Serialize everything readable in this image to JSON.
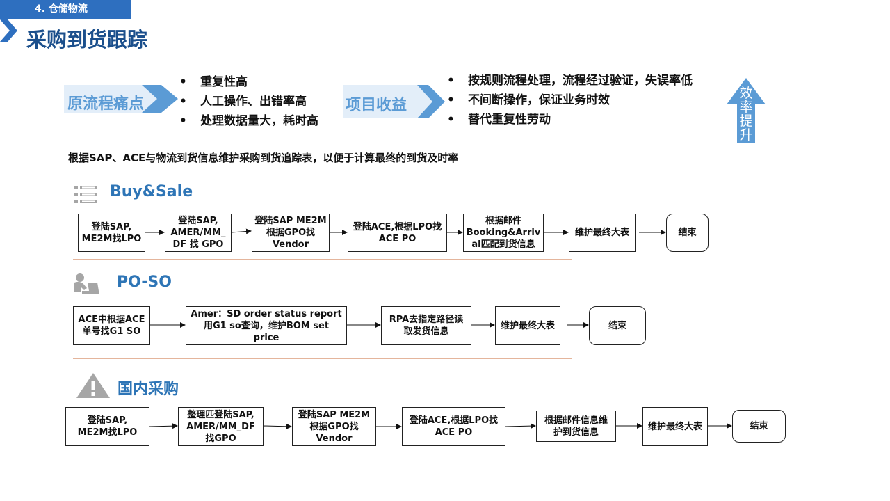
{
  "header": {
    "section": "4. 仓储物流",
    "title": "采购到货跟踪"
  },
  "pain_points": {
    "label": "原流程痛点",
    "items": [
      "重复性高",
      "人工操作、出错率高",
      "处理数据量大，耗时高"
    ]
  },
  "benefits": {
    "label": "项目收益",
    "items": [
      "按规则流程处理，流程经过验证，失误率低",
      "不间断操作，保证业务时效",
      "替代重复性劳动"
    ],
    "efficiency_badge": [
      "效",
      "率",
      "提",
      "升"
    ]
  },
  "description": "根据SAP、ACE与物流到货信息维护采购到货追踪表，以便于计算最终的到货及时率",
  "lanes": {
    "buy_sale": {
      "title": "Buy&Sale",
      "steps": [
        "登陆SAP,\nME2M找LPO",
        "登陆SAP,\nAMER/MM_\nDF 找 GPO",
        "登陆SAP ME2M\n根据GPO找\nVendor",
        "登陆ACE,根据LPO找\nACE PO",
        "根据邮件\nBooking&Arriv\nal匹配到货信息",
        "维护最终大表",
        "结束"
      ]
    },
    "po_so": {
      "title": "PO-SO",
      "steps": [
        "ACE中根据ACE\n单号找G1 SO",
        "Amer：SD order status report\n用G1 so查询，维护BOM set\nprice",
        "RPA去指定路径读\n取发货信息",
        "维护最终大表",
        "结束"
      ]
    },
    "domestic": {
      "title": "国内采购",
      "steps": [
        "登陆SAP,\nME2M找LPO",
        "整理匹登陆SAP,\nAMER/MM_DF\n找GPO",
        "登陆SAP ME2M\n根据GPO找\nVendor",
        "登陆ACE,根据LPO找\nACE PO",
        "根据邮件信息维\n护到货信息",
        "维护最终大表",
        "结束"
      ]
    }
  },
  "colors": {
    "accent": "#2e75b6",
    "banner": "#2e6fbf",
    "light_blue": "#5b9bd5",
    "divider": "#e4b59c"
  }
}
